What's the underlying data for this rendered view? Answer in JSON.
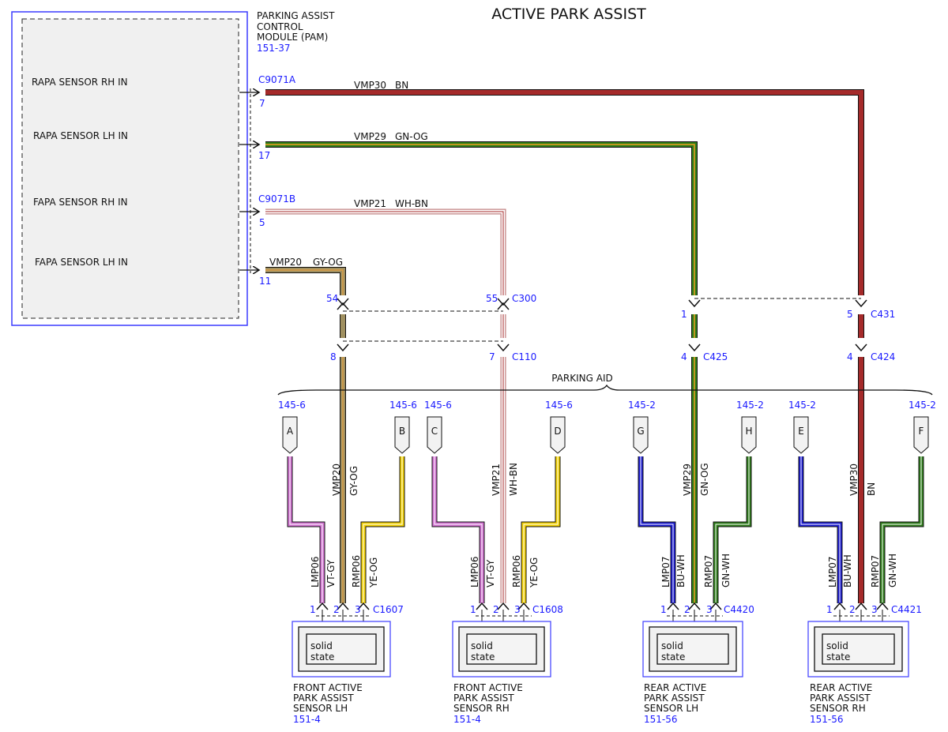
{
  "title": "ACTIVE PARK ASSIST",
  "module": {
    "name_lines": [
      "PARKING ASSIST",
      "CONTROL",
      "MODULE (PAM)"
    ],
    "ref": "151-37",
    "inputs": [
      "RAPA SENSOR RH IN",
      "RAPA SENSOR LH IN",
      "FAPA SENSOR RH IN",
      "FAPA SENSOR LH IN"
    ]
  },
  "connectors": {
    "c9071a": "C9071A",
    "c9071b": "C9071B",
    "c300": "C300",
    "c110": "C110",
    "c431": "C431",
    "c425": "C425",
    "c424": "C424",
    "c1607": "C1607",
    "c1608": "C1608",
    "c4420": "C4420",
    "c4421": "C4421"
  },
  "pins": {
    "p7": "7",
    "p17": "17",
    "p5": "5",
    "p11": "11",
    "p54": "54",
    "p55": "55",
    "p8": "8",
    "p7b": "7",
    "p1": "1",
    "p5b": "5",
    "p4a": "4",
    "p4b": "4",
    "s1": "1",
    "s2": "2",
    "s3": "3"
  },
  "circuits": {
    "vmp30": "VMP30",
    "bn": "BN",
    "vmp29": "VMP29",
    "gnog": "GN-OG",
    "vmp21": "VMP21",
    "whbn": "WH-BN",
    "vmp20": "VMP20",
    "gyog": "GY-OG",
    "lmp06": "LMP06",
    "vtgy": "VT-GY",
    "rmp06": "RMP06",
    "yeog": "YE-OG",
    "lmp07": "LMP07",
    "buwh": "BU-WH",
    "rmp07": "RMP07",
    "gnwh": "GN-WH"
  },
  "bracket_label": "PARKING AID",
  "refs": {
    "r145_6": "145-6",
    "r145_2": "145-2"
  },
  "letters": {
    "a": "A",
    "b": "B",
    "c": "C",
    "d": "D",
    "e": "E",
    "f": "F",
    "g": "G",
    "h": "H"
  },
  "solid_state": [
    "solid",
    "state"
  ],
  "sensors": [
    {
      "name_lines": [
        "FRONT ACTIVE",
        "PARK ASSIST",
        "SENSOR LH"
      ],
      "ref": "151-4"
    },
    {
      "name_lines": [
        "FRONT ACTIVE",
        "PARK ASSIST",
        "SENSOR RH"
      ],
      "ref": "151-4"
    },
    {
      "name_lines": [
        "REAR ACTIVE",
        "PARK ASSIST",
        "SENSOR LH"
      ],
      "ref": "151-56"
    },
    {
      "name_lines": [
        "REAR ACTIVE",
        "PARK ASSIST",
        "SENSOR RH"
      ],
      "ref": "151-56"
    }
  ],
  "colors": {
    "module_outline": "#3b3bff",
    "ref_text": "#1a1aff",
    "bn": "#a52a2a",
    "green": "#2e7d1a",
    "olive": "#a09060",
    "violet": "#d070d0",
    "yellow": "#f2d000",
    "blue": "#1a1ad0",
    "wh_bn_edge": "#c08080"
  }
}
